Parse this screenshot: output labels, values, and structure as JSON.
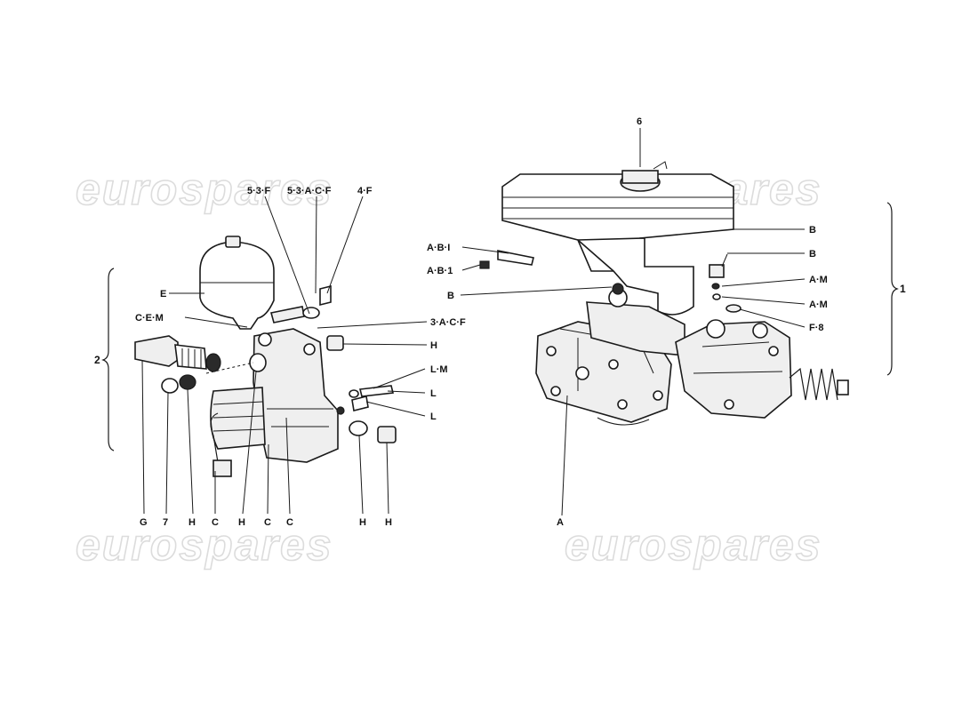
{
  "watermark": {
    "text": "eurospares"
  },
  "groups": {
    "group_1": "1",
    "group_2": "2"
  },
  "callouts": {
    "c_6": "6",
    "c_B_top": "B",
    "c_B_mid": "B",
    "c_B_left": "B",
    "c_AM_1": "A·M",
    "c_AM_2": "A·M",
    "c_F8": "F·8",
    "c_ABI_1": "A·B·I",
    "c_ABI_2": "A·B·1",
    "c_A": "A",
    "c_53F": "5·3·F",
    "c_53ACF": "5·3·A·C·F",
    "c_4F": "4·F",
    "c_E": "E",
    "c_CEM": "C·E·M",
    "c_3ACF": "3·A·C·F",
    "c_H_right": "H",
    "c_LM": "L·M",
    "c_L1": "L",
    "c_L2": "L",
    "c_G": "G",
    "c_7": "7",
    "c_H_b1": "H",
    "c_C_b1": "C",
    "c_H_b2": "H",
    "c_C_b2": "C",
    "c_C_b3": "C",
    "c_H_b3": "H",
    "c_H_b4": "H"
  }
}
